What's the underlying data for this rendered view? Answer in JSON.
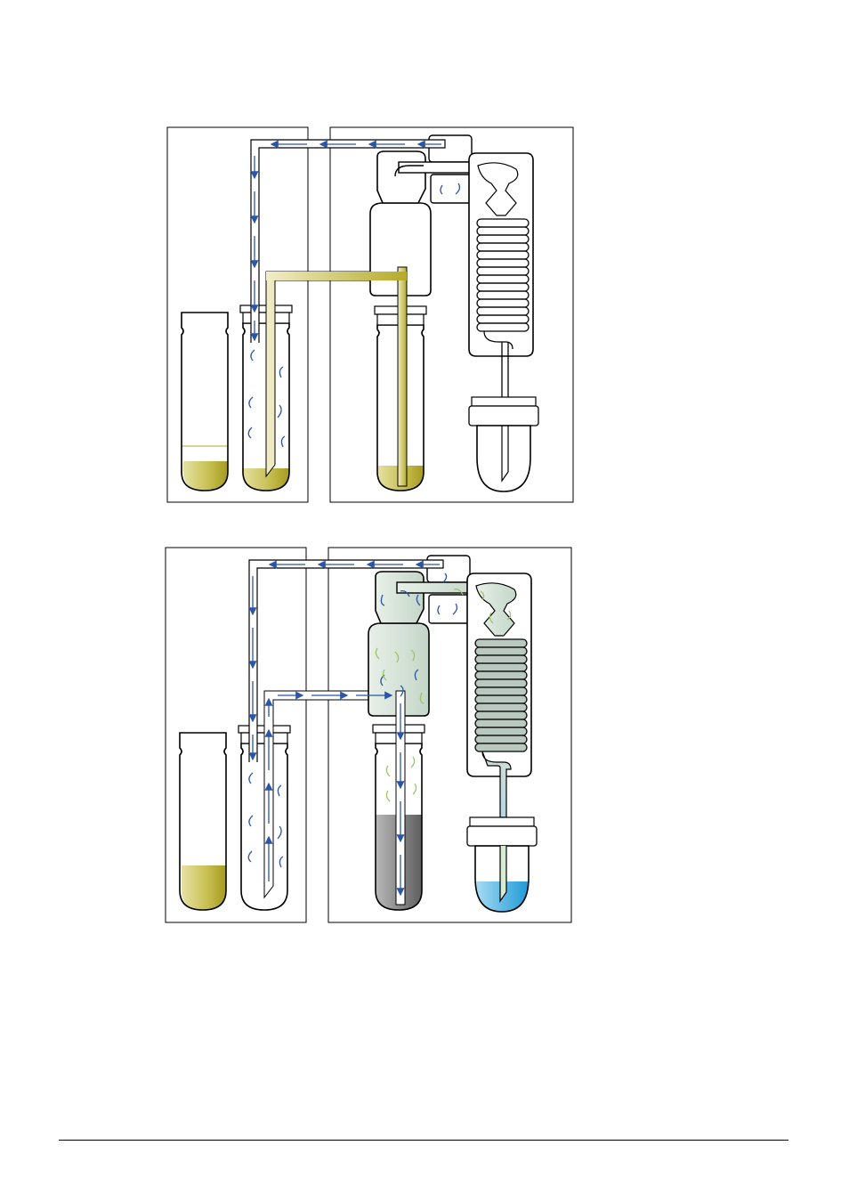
{
  "colors": {
    "outline": "#000000",
    "flow_arrow": "#2b55a6",
    "bubble_blue": "#2b55a6",
    "bubble_green": "#9cc46b",
    "sample_liquid": "#b7ae2e",
    "sample_liquid_light": "#e6e1a4",
    "dark_liquid": "#6d6d6d",
    "dark_liquid_light": "#b4b4b4",
    "collected_liquid": "#2aa6dc",
    "vapor": "#cfe0d2",
    "coil_vapor": "#b9c9bf",
    "tube_fill": "#ffffff"
  },
  "icons": {
    "flow": "arrow-icon",
    "gas": "bubble-icon"
  },
  "panels": [
    {
      "name": "top-panel",
      "stage": "transfer"
    },
    {
      "name": "bottom-panel",
      "stage": "distillation"
    }
  ]
}
